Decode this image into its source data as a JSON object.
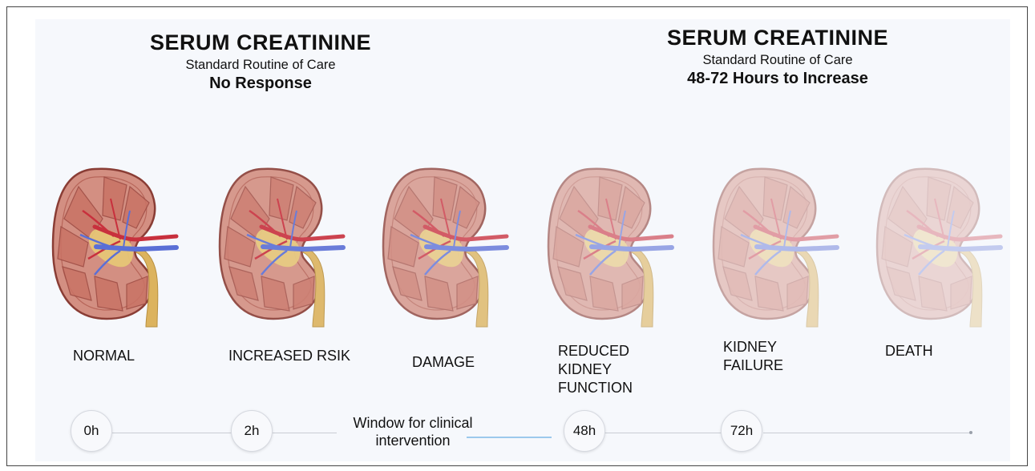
{
  "headers": {
    "left": {
      "title": "SERUM CREATININE",
      "subtitle": "Standard Routine of Care",
      "status": "No Response"
    },
    "right": {
      "title": "SERUM CREATININE",
      "subtitle": "Standard Routine of Care",
      "status": "48-72 Hours to Increase"
    }
  },
  "stages": [
    {
      "label": "NORMAL",
      "opacity": 1.0
    },
    {
      "label": "INCREASED RSIK",
      "opacity": 0.9
    },
    {
      "label": "DAMAGE",
      "opacity": 0.78
    },
    {
      "label": "REDUCED\nKIDNEY\nFUNCTION",
      "opacity": 0.6
    },
    {
      "label": "KIDNEY\nFAILURE",
      "opacity": 0.45
    },
    {
      "label": "DEATH",
      "opacity": 0.32
    }
  ],
  "timeline": {
    "nodes": [
      "0h",
      "2h",
      "48h",
      "72h"
    ],
    "window_label": "Window for clinical intervention"
  },
  "colors": {
    "cortex": "#d38f82",
    "medulla": "#c97365",
    "pelvis": "#e6c676",
    "artery": "#c8303d",
    "vein": "#5a6fd6",
    "ureter": "#dcb35e",
    "accent_line": "#9cc9ec"
  }
}
